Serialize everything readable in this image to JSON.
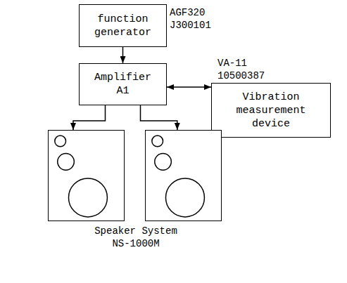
{
  "diagram": {
    "nodes": [
      {
        "text": [
          "function generator",
          "AGF320 J300101"
        ]
      },
      {
        "text": [
          "Amplifier A1"
        ]
      },
      {
        "text": [
          "Vibration measurement device",
          "VA-11 10500387"
        ]
      },
      {
        "text": [
          "Speaker System NS-1000M"
        ]
      },
      {
        "text": [],
        "in": 3
      },
      {
        "text": [],
        "in": 3
      }
    ],
    "edges": [
      {
        "from": 0,
        "to": 1,
        "arrow": "to"
      },
      {
        "from": 1,
        "to": 2,
        "arrow": "both"
      },
      {
        "from": 1,
        "to": 4,
        "arrow": "to"
      },
      {
        "from": 1,
        "to": 5,
        "arrow": "to"
      }
    ]
  }
}
